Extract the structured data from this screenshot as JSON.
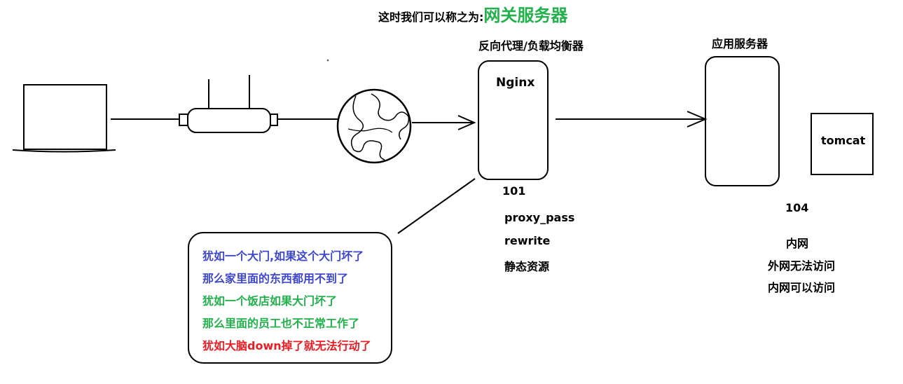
{
  "title": {
    "prefix": "这时我们可以称之为:",
    "highlight": "网关服务器",
    "highlight_color": "#22b14c"
  },
  "proxy": {
    "title": "反向代理/负载均衡器",
    "box_label": "Nginx",
    "ip": "101",
    "features": [
      "proxy_pass",
      "rewrite",
      "静态资源"
    ]
  },
  "app_server": {
    "title": "应用服务器",
    "ip": "104",
    "notes": [
      "内网",
      "外网无法访问",
      "内网可以访问"
    ]
  },
  "tomcat": {
    "label": "tomcat"
  },
  "callout": {
    "lines": [
      {
        "text": "犹如一个大门,如果这个大门坏了",
        "color": "#3f48cc"
      },
      {
        "text": "那么家里面的东西都用不到了",
        "color": "#3f48cc"
      },
      {
        "text": "犹如一个饭店如果大门坏了",
        "color": "#22b14c"
      },
      {
        "text": "那么里面的员工也不正常工作了",
        "color": "#22b14c"
      },
      {
        "text": "犹如大脑down掉了就无法行动了",
        "color": "#ed1c24"
      }
    ]
  },
  "icons": {
    "computer": "computer-icon",
    "router": "router-icon",
    "internet": "globe-icon"
  }
}
